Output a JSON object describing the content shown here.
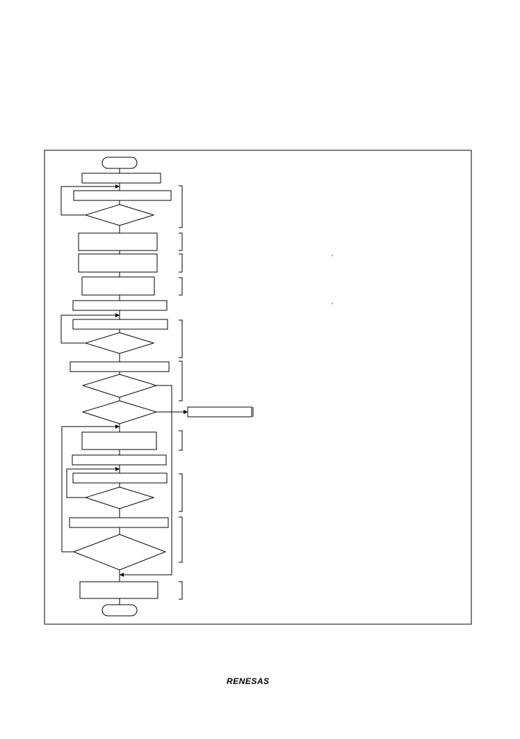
{
  "footer": {
    "logo_text": "RENESAS"
  },
  "marks": {
    "mark1": "ʹ",
    "mark2": "ʹ"
  }
}
